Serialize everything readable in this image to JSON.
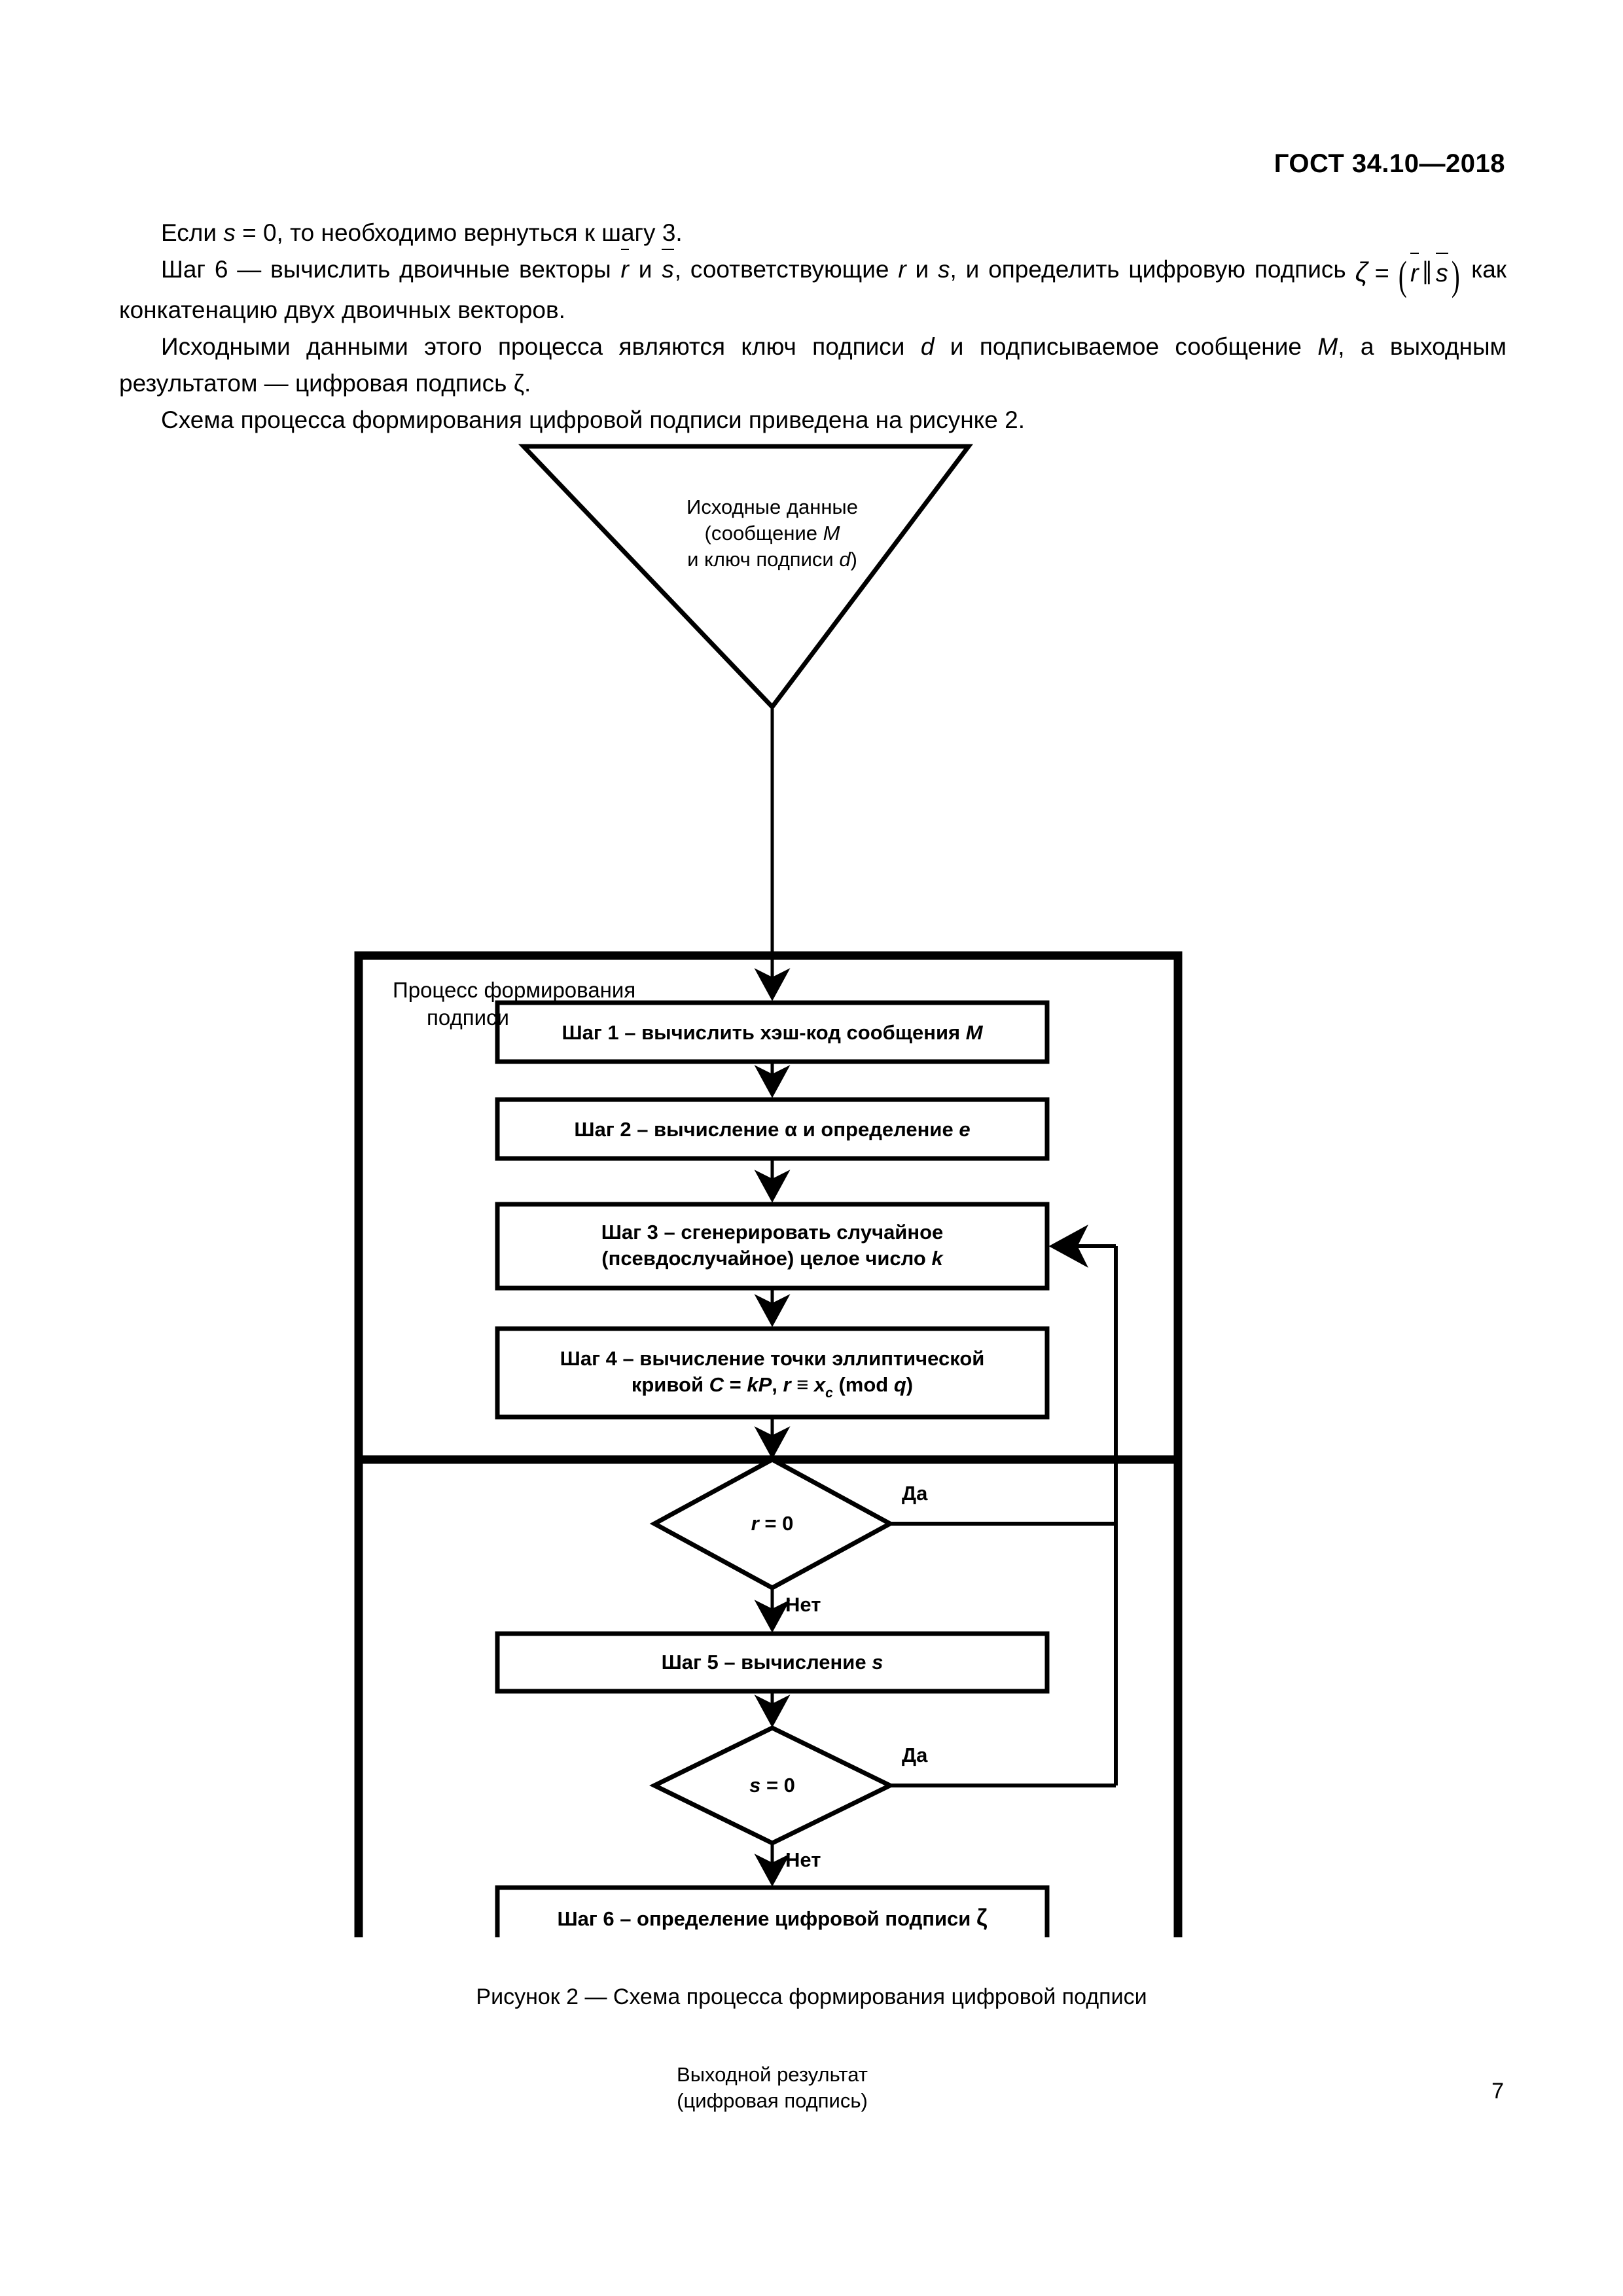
{
  "header": {
    "standard_title": "ГОСТ 34.10—2018"
  },
  "body": {
    "para1_part1": "Если ",
    "para1_s": "s",
    "para1_part2": " = 0, то необходимо вернуться к шагу 3.",
    "para2_part1": "Шаг 6 — вычислить двоичные векторы ",
    "para2_r": "r",
    "para2_and": " и ",
    "para2_s": "s",
    "para2_part2": ", соответствующие ",
    "para2_r2": "r",
    "para2_and2": " и ",
    "para2_s2": "s",
    "para2_part3": ", и определить цифровую подпись ",
    "formula": {
      "zeta": "ζ",
      "equals": "=",
      "open_paren": "(",
      "r_bar": "r",
      "concat": "‖",
      "s_bar": "s",
      "close_paren": ")"
    },
    "para2_part4": " как конкатенацию двух двоичных векторов.",
    "para3_part1": "Исходными данными этого процесса являются ключ подписи ",
    "para3_d": "d",
    "para3_part2": " и подписываемое сообщение ",
    "para3_M": "M",
    "para3_part3": ", а выходным результатом — цифровая подпись ",
    "para3_zeta": "ζ",
    "para3_part4": ".",
    "para4": "Схема процесса формирования цифровой подписи приведена на рисунке 2."
  },
  "flowchart": {
    "input_triangle": {
      "line1": "Исходные данные",
      "line2_pre": "(сообщение ",
      "line2_var": "M",
      "line3_pre": "и ключ подписи ",
      "line3_var": "d",
      "line3_post": ")"
    },
    "process_box_title": {
      "line1": "Процесс формирования",
      "line2": "подписи"
    },
    "steps": [
      {
        "id": "step-1",
        "line1_pre": "Шаг 1 – вычислить хэш-код сообщения ",
        "line1_var": "M"
      },
      {
        "id": "step-2",
        "line1_pre": "Шаг 2 – вычисление ",
        "line1_var": "α",
        "line1_mid": " и определение ",
        "line1_var2": "e"
      },
      {
        "id": "step-3",
        "line1": "Шаг 3 – сгенерировать случайное",
        "line2_pre": "(псевдослучайное) целое число ",
        "line2_var": "k"
      },
      {
        "id": "step-4",
        "line1": "Шаг 4 – вычисление точки эллиптической",
        "line2_pre": "кривой ",
        "line2_C": "C",
        "line2_eq": " = ",
        "line2_kP": "kP",
        "line2_comma": ", ",
        "line2_r": "r",
        "line2_equiv": " ≡ ",
        "line2_x": "x",
        "line2_sub": "c",
        "line2_mod": " (mod ",
        "line2_q": "q",
        "line2_end": ")"
      },
      {
        "id": "step-5",
        "line1_pre": "Шаг 5 – вычисление ",
        "line1_var": "s"
      },
      {
        "id": "step-6",
        "line1_pre": "Шаг 6 – определение цифровой подписи ",
        "line1_var": "ζ"
      }
    ],
    "decisions": [
      {
        "id": "decision-r",
        "condition_var": "r",
        "condition_rest": " = 0",
        "yes_label": "Да",
        "no_label": "Нет"
      },
      {
        "id": "decision-s",
        "condition_var": "s",
        "condition_rest": " = 0",
        "yes_label": "Да",
        "no_label": "Нет"
      }
    ],
    "output_triangle": {
      "line1": "Выходной результат",
      "line2": "(цифровая подпись)"
    }
  },
  "caption": "Рисунок 2 — Схема процесса формирования цифровой подписи",
  "page_number": "7",
  "colors": {
    "ink": "#000000",
    "paper": "#ffffff"
  }
}
